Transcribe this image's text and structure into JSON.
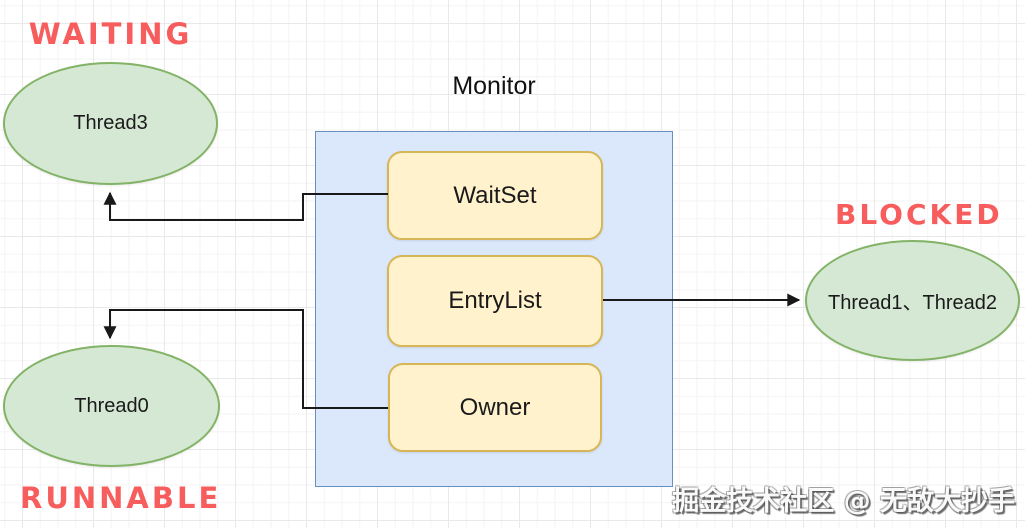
{
  "diagram": {
    "title": "Monitor",
    "states": {
      "waiting": "WAITING",
      "blocked": "BLOCKED",
      "runnable": "RUNNABLE"
    },
    "threads": {
      "waiting_thread": "Thread3",
      "blocked_threads": "Thread1、Thread2",
      "runnable_thread": "Thread0"
    },
    "monitor_parts": {
      "waitset": "WaitSet",
      "entrylist": "EntryList",
      "owner": "Owner"
    },
    "arrows": [
      {
        "name": "waitset-to-thread3",
        "from": "WaitSet",
        "to": "Thread3"
      },
      {
        "name": "entrylist-to-blocked-threads",
        "from": "EntryList",
        "to": "Thread1、Thread2"
      },
      {
        "name": "owner-to-thread0",
        "from": "Owner",
        "to": "Thread0"
      }
    ]
  },
  "watermark": {
    "text": "掘金技术社区 @ 无敌大抄手"
  },
  "colors": {
    "state_label": "#f75d5d",
    "ellipse_fill": "#d5e8d4",
    "ellipse_border": "#82b366",
    "monitor_fill": "#dbe8fb",
    "monitor_border": "#6c8ebf",
    "part_fill": "#fff2cc",
    "part_border": "#d6b656",
    "arrow": "#191919",
    "grid_minor": "#f6f3f3",
    "grid_major": "#e9e9e9"
  }
}
